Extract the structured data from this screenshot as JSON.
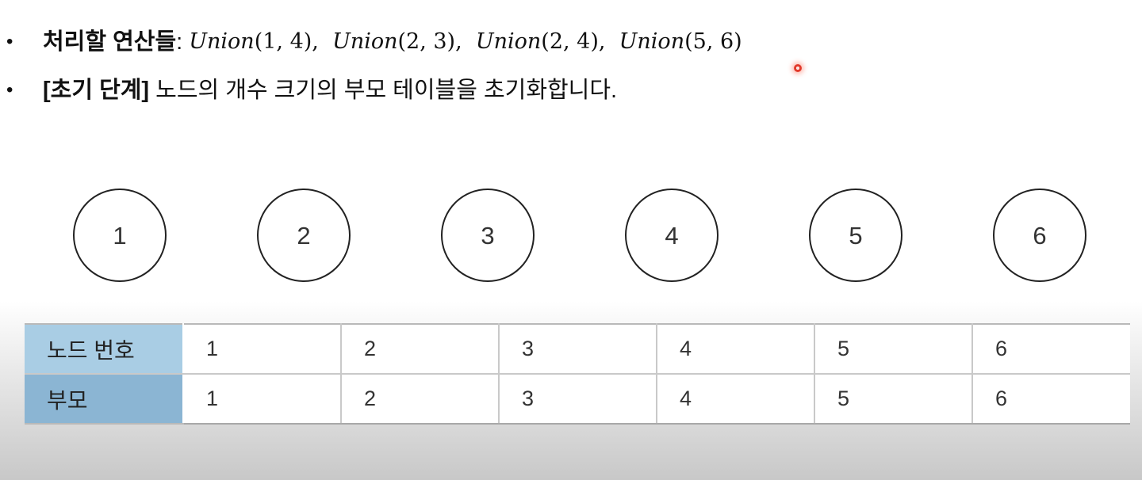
{
  "bullets": [
    {
      "bold": "처리할 연산들",
      "sep": ":",
      "ops": [
        {
          "name": "Union",
          "args": "(1, 4)",
          "sep": ","
        },
        {
          "name": "Union",
          "args": "(2, 3)",
          "sep": ","
        },
        {
          "name": "Union",
          "args": "(2, 4)",
          "sep": ","
        },
        {
          "name": "Union",
          "args": "(5, 6)",
          "sep": ""
        }
      ]
    },
    {
      "bold": "[초기 단계]",
      "text": "노드의 개수 크기의 부모 테이블을 초기화합니다."
    }
  ],
  "nodes": [
    "1",
    "2",
    "3",
    "4",
    "5",
    "6"
  ],
  "table": {
    "rows": [
      {
        "header": "노드 번호",
        "cells": [
          "1",
          "2",
          "3",
          "4",
          "5",
          "6"
        ]
      },
      {
        "header": "부모",
        "cells": [
          "1",
          "2",
          "3",
          "4",
          "5",
          "6"
        ]
      }
    ]
  },
  "colors": {
    "header_row1": "#a9cde4",
    "header_row2": "#8bb5d3",
    "pointer": "#e23a2b",
    "node_stroke": "#222222"
  }
}
